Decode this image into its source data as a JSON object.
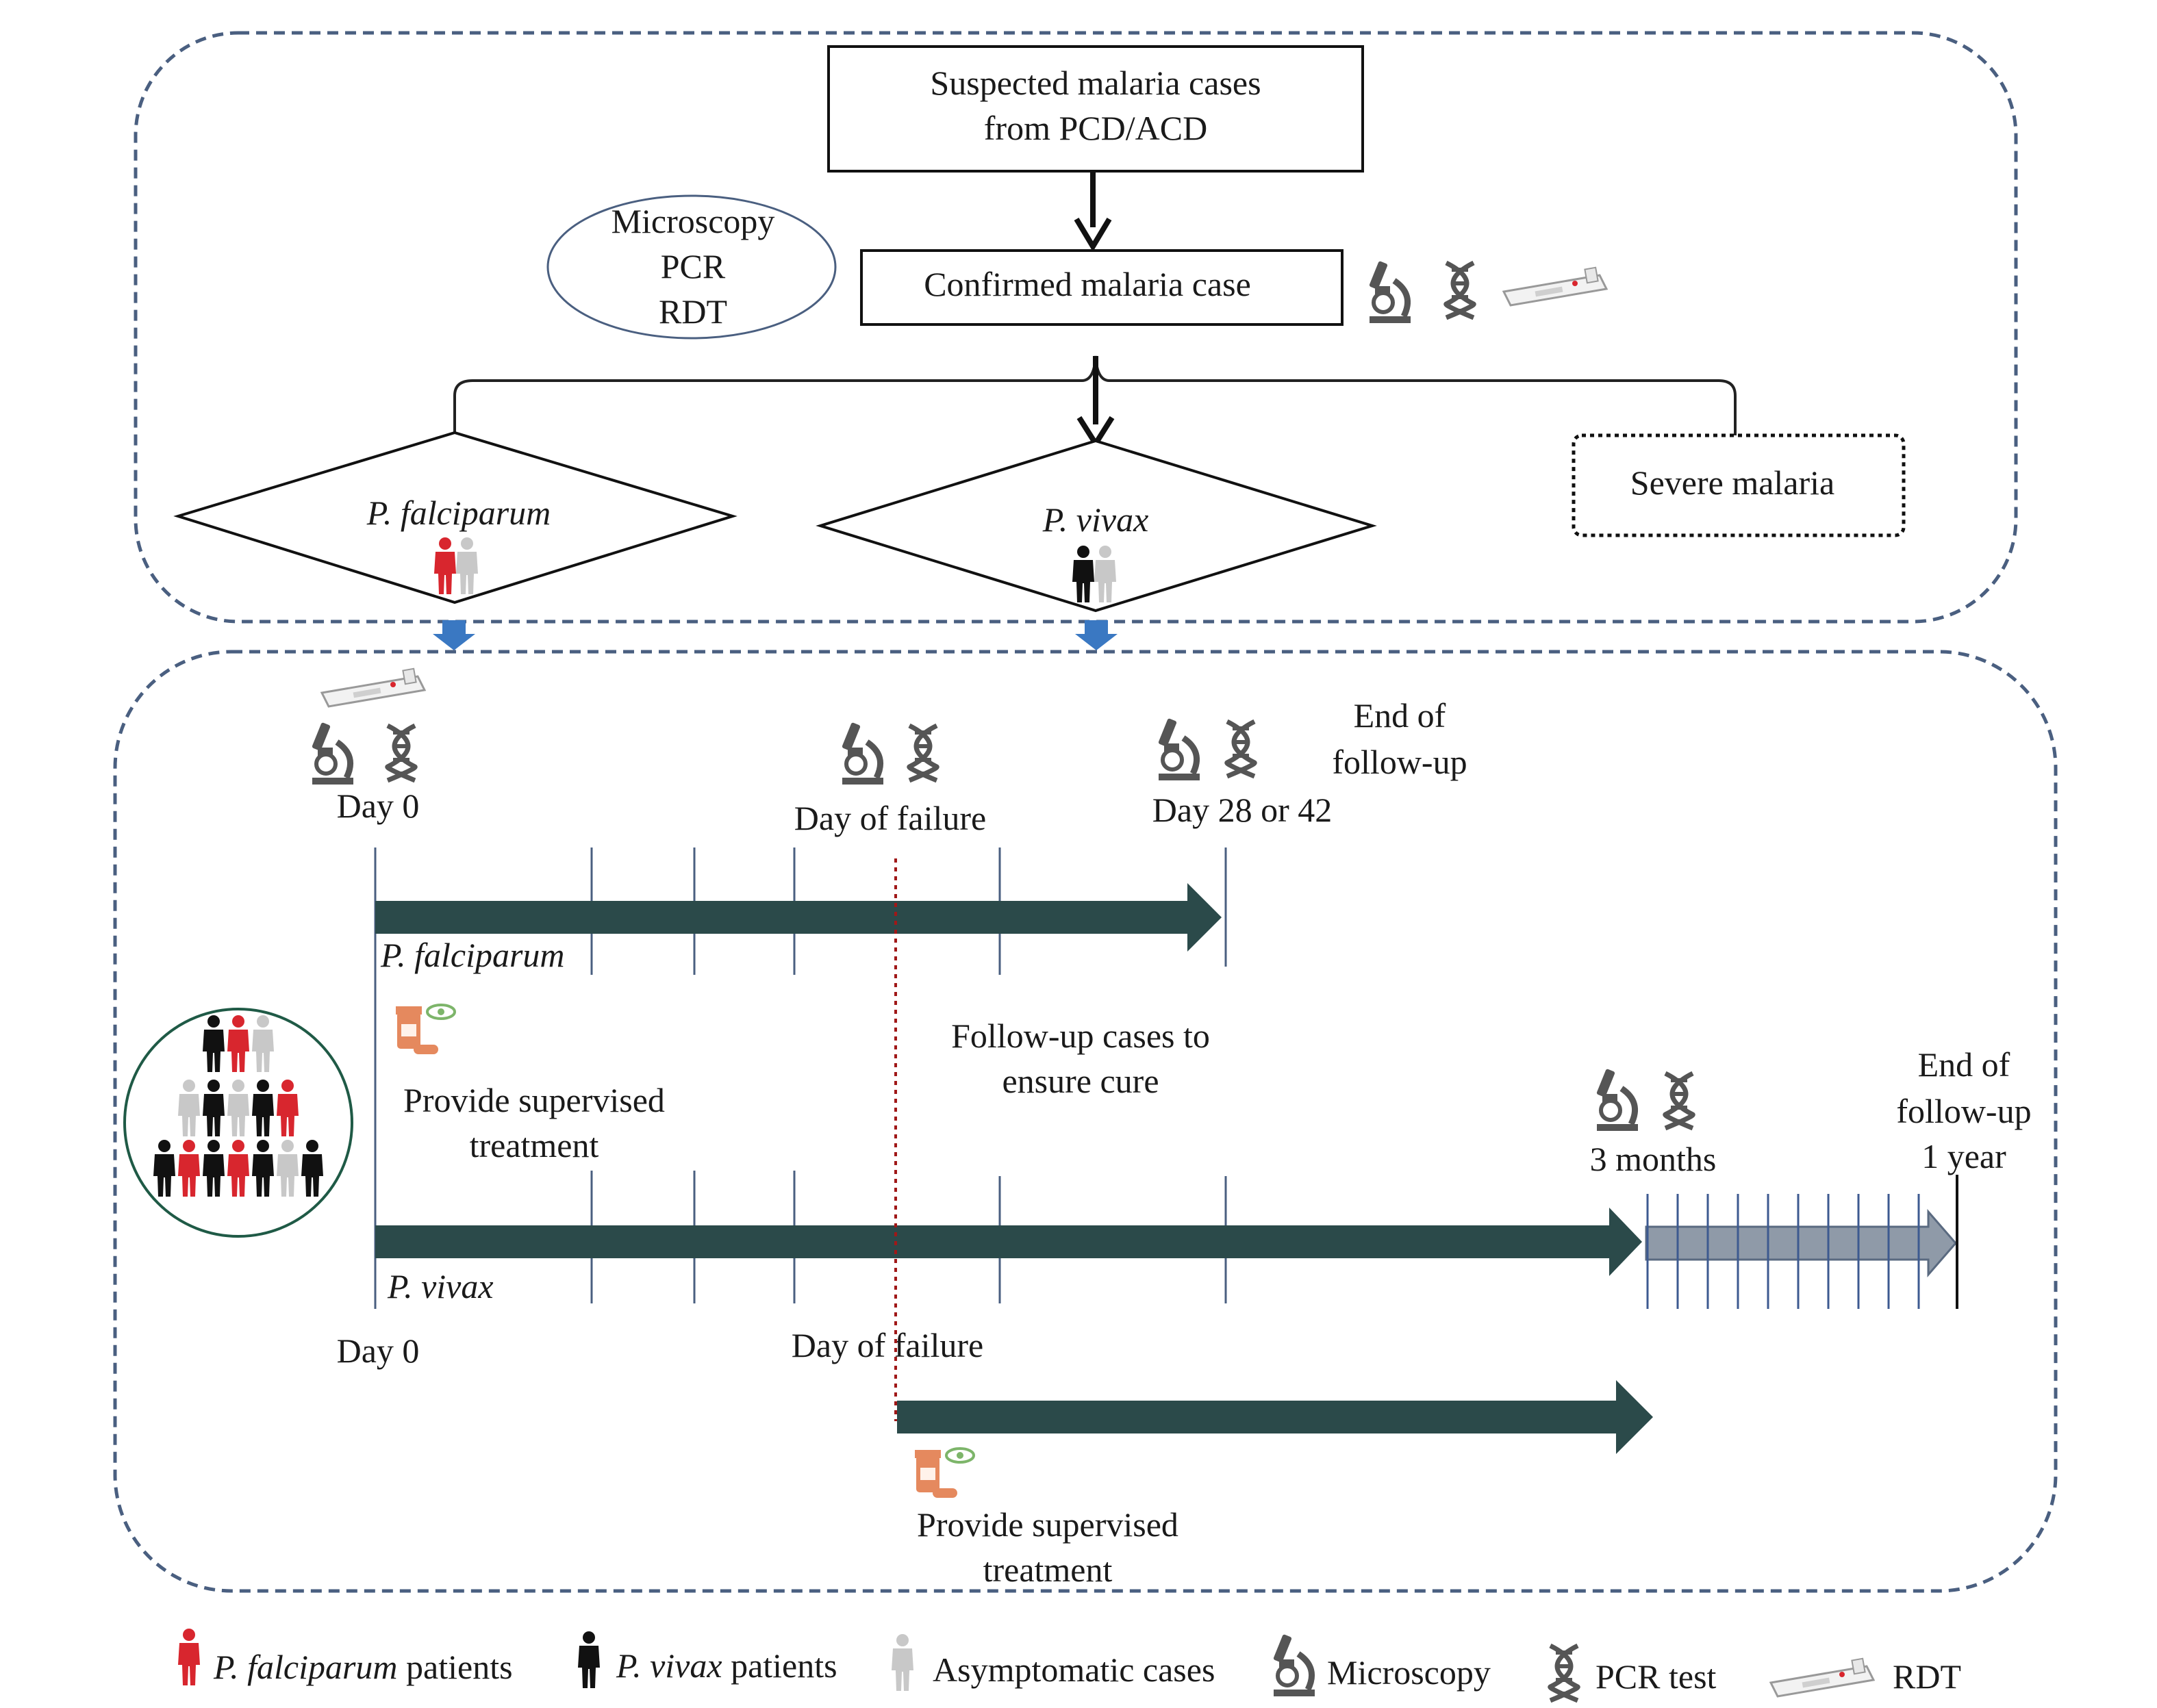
{
  "top": {
    "suspected_line1": "Suspected malaria cases",
    "suspected_line2": "from PCD/ACD",
    "methods": [
      "Microscopy",
      "PCR",
      "RDT"
    ],
    "confirmed": "Confirmed malaria case",
    "pf": "P. falciparum",
    "pv": "P. vivax",
    "severe": "Severe malaria"
  },
  "timeline": {
    "day0_top": "Day 0",
    "day_of_failure_top": "Day of failure",
    "day_28_42": "Day 28 or 42",
    "end_followup_line1": "End of",
    "end_followup_line2": "follow-up",
    "pf_track": "P. falciparum",
    "supervised_line1": "Provide supervised",
    "supervised_line2": "treatment",
    "followup_line1": "Follow-up cases to",
    "followup_line2": "ensure cure",
    "three_months": "3 months",
    "end_year_line1": "End of",
    "end_year_line2": "follow-up",
    "end_year_line3": "1 year",
    "pv_track": "P. vivax",
    "day0_bottom": "Day 0",
    "day_of_failure_bottom": "Day of failure",
    "supervised2_line1": "Provide supervised",
    "supervised2_line2": "treatment"
  },
  "legend": {
    "pf_italic": "P. falciparum",
    "pf_rest": " patients",
    "pv_italic": "P. vivax",
    "pv_rest": " patients",
    "asym": "Asymptomatic cases",
    "micro": "Microscopy",
    "pcr": "PCR test",
    "rdt": "RDT"
  },
  "colors": {
    "pf_patient": "#d8262e",
    "pv_patient": "#111111",
    "asymptomatic": "#c8c8c8",
    "timeline_arrow": "#2b4a4a",
    "followup_arrow": "#8f9aa8",
    "dashed_border": "#4a5f80",
    "connector_arrow": "#3a78c2",
    "failure_line": "#a01818"
  }
}
